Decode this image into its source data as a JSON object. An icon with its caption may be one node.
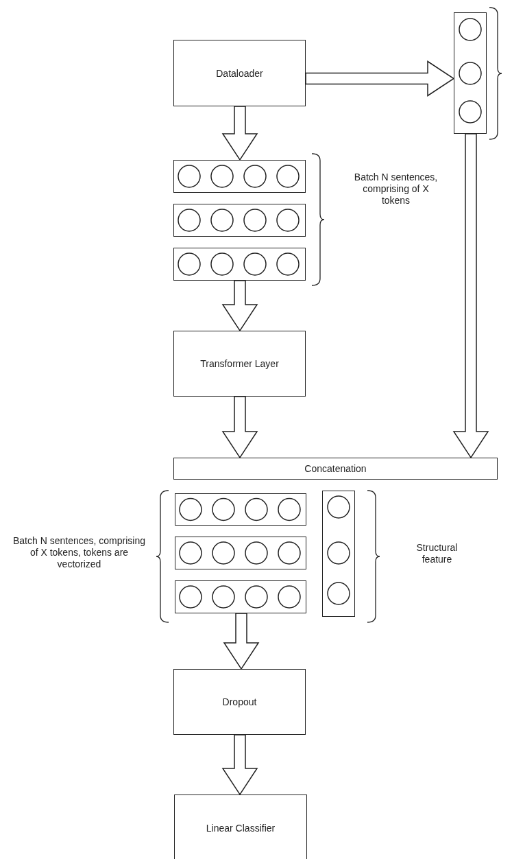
{
  "diagram": {
    "nodes": [
      {
        "text": [
          "Dataloader"
        ]
      },
      {
        "text": [],
        "shape": "box"
      },
      {
        "text": [],
        "shape": "box"
      },
      {
        "text": [],
        "shape": "box"
      },
      {
        "text": [],
        "shape": "box"
      },
      {
        "text": [
          "Transformer Layer"
        ]
      },
      {
        "text": [
          "Concatenation"
        ]
      },
      {
        "text": [],
        "shape": "box"
      },
      {
        "text": [],
        "shape": "box"
      },
      {
        "text": [],
        "shape": "box"
      },
      {
        "text": [],
        "shape": "box"
      },
      {
        "text": [
          "Dropout"
        ]
      },
      {
        "text": [
          "Linear Classifier"
        ]
      }
    ],
    "edges": [
      {
        "from": 0,
        "to": 1,
        "arrow": "to"
      },
      {
        "from": 0,
        "to": 2,
        "arrow": "to"
      },
      {
        "from": 4,
        "to": 5,
        "arrow": "to"
      },
      {
        "from": 5,
        "to": 6,
        "arrow": "to"
      },
      {
        "from": 1,
        "to": 6,
        "arrow": "to"
      },
      {
        "from": 9,
        "to": 11,
        "arrow": "to"
      },
      {
        "from": 11,
        "to": 12,
        "arrow": "to"
      }
    ],
    "labels": [
      "Batch N sentences, comprising of X tokens",
      "Batch N sentences, comprising of X tokens, tokens are vectorized",
      "Structural feature"
    ]
  }
}
